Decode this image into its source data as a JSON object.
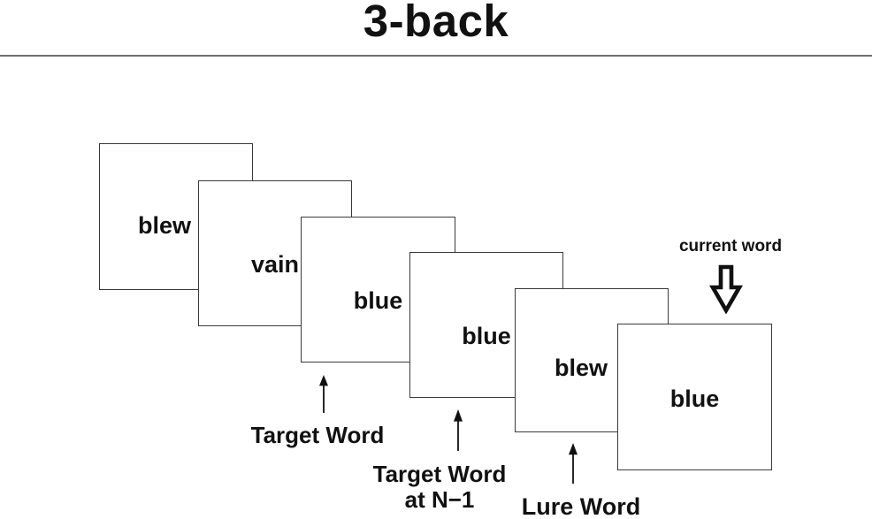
{
  "figure": {
    "title": "3-back"
  },
  "cards": [
    {
      "word": "blew"
    },
    {
      "word": "vain"
    },
    {
      "word": "blue"
    },
    {
      "word": "blue"
    },
    {
      "word": "blew"
    },
    {
      "word": "blue"
    }
  ],
  "labels": {
    "current_word": "current word",
    "target_word": "Target Word",
    "target_word_n1_line1": "Target Word",
    "target_word_n1_line2": "at N−1",
    "lure_word": "Lure Word"
  },
  "icons": {
    "thin_up_arrow": "up-arrow",
    "block_down_arrow": "hollow-down-arrow"
  },
  "colors": {
    "background": "#ffffff",
    "text": "#111111",
    "card_border": "#3a3a3a",
    "divider": "#6e6e6e"
  }
}
